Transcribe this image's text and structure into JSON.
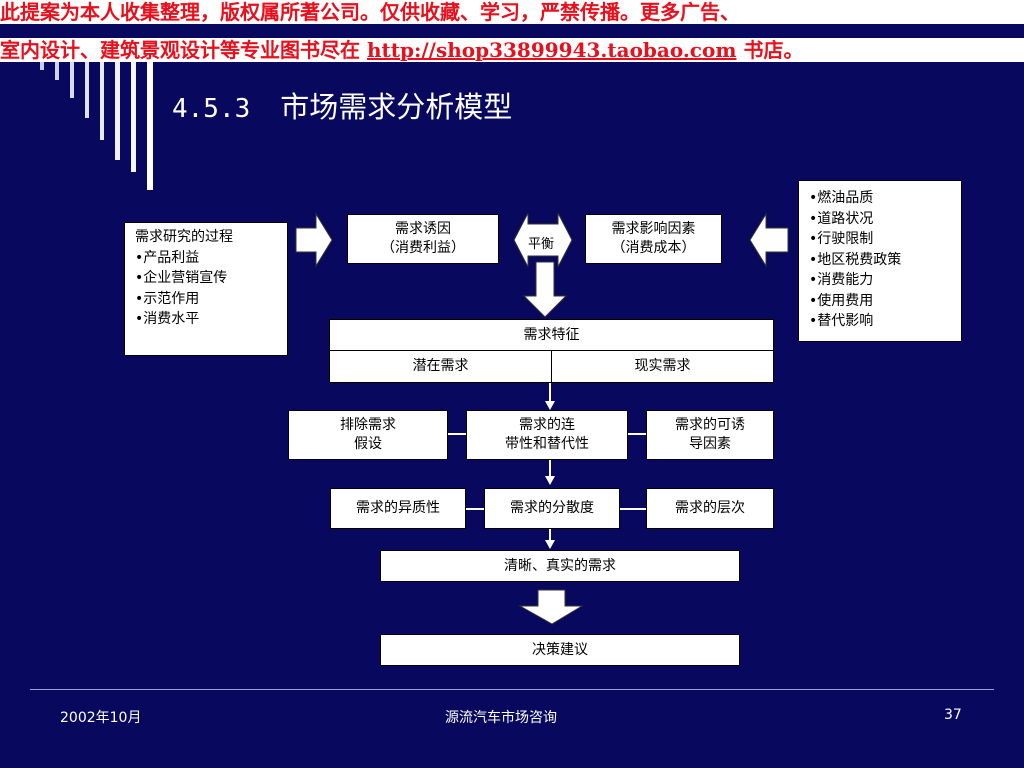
{
  "banner": {
    "line1": "此提案为本人收集整理，版权属所著公司。仅供收藏、学习，严禁传播。更多广告、",
    "line2_text": "室内设计、建筑景观设计等专业图书尽在 ",
    "line2_url": "http://shop33899943.taobao.com",
    "line2_tail": " 书店。"
  },
  "title": {
    "number": "4.5.3",
    "text": "市场需求分析模型"
  },
  "left_box": {
    "heading": "需求研究的过程",
    "items": [
      "•产品利益",
      "•企业营销宣传",
      "•示范作用",
      "•消费水平"
    ]
  },
  "right_box": {
    "items": [
      "•燃油品质",
      "•道路状况",
      "•行驶限制",
      "•地区税费政策",
      "•消费能力",
      "•使用费用",
      "•替代影响"
    ]
  },
  "demand_cause": {
    "line1": "需求诱因",
    "line2": "（消费利益）"
  },
  "balance_label": "平衡",
  "demand_factors": {
    "line1": "需求影响因素",
    "line2": "（消费成本）"
  },
  "characteristics": {
    "header": "需求特征",
    "left": "潜在需求",
    "right": "现实需求"
  },
  "row1": [
    {
      "line1": "排除需求",
      "line2": "假设"
    },
    {
      "line1": "需求的连",
      "line2": "带性和替代性"
    },
    {
      "line1": "需求的可诱",
      "line2": "导因素"
    }
  ],
  "row2": [
    "需求的异质性",
    "需求的分散度",
    "需求的层次"
  ],
  "clear_demand": "清晰、真实的需求",
  "decision": "决策建议",
  "footer": {
    "date": "2002年10月",
    "company": "源流汽车市场咨询",
    "page": "37"
  },
  "colors": {
    "background": "#08085e",
    "banner_text": "#e8101c",
    "box": "#ffffff",
    "deco_stripes": "#ffffff"
  }
}
